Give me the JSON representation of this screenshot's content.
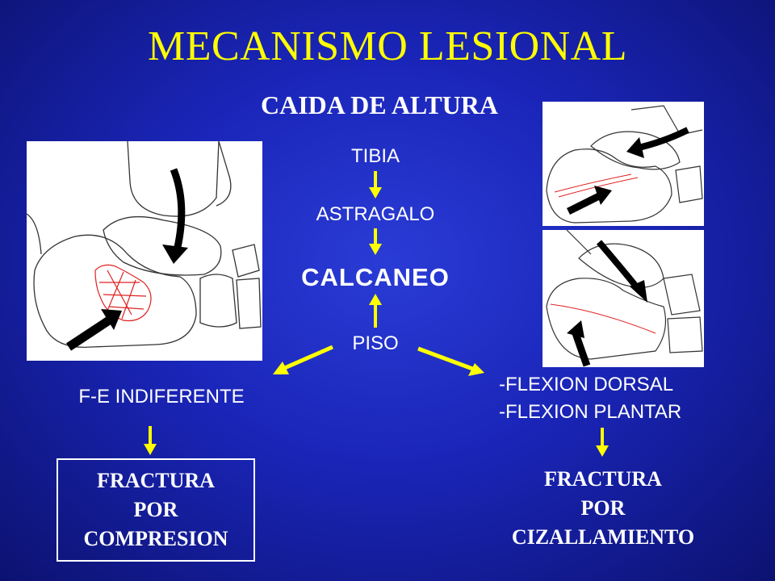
{
  "slide": {
    "title": "MECANISMO LESIONAL",
    "subtitle": "CAIDA DE ALTURA",
    "chain": {
      "tibia": "TIBIA",
      "astragalo": "ASTRAGALO",
      "calcaneo": "CALCANEO",
      "piso": "PISO"
    },
    "left_branch": {
      "condition": "F-E INDIFERENTE",
      "result_lines": [
        "FRACTURA",
        "POR",
        "COMPRESION"
      ]
    },
    "right_branch": {
      "conditions": [
        "-FLEXION DORSAL",
        "-FLEXION PLANTAR"
      ],
      "result_lines": [
        "FRACTURA",
        "POR",
        "CIZALLAMIENTO"
      ]
    }
  },
  "colors": {
    "background": "#1a25b8",
    "title": "#ffff00",
    "arrows": "#ffff00",
    "text": "#ffffff",
    "fracture_lines": "#e02020"
  }
}
